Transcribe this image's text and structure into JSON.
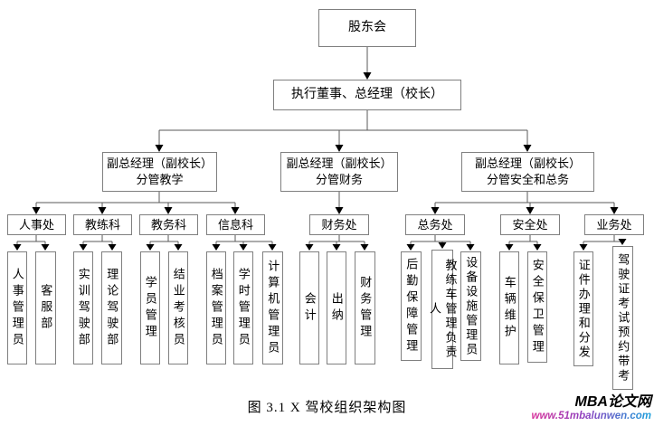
{
  "org": {
    "root": {
      "label": "股东会"
    },
    "executive": {
      "label": "执行董事、总经理（校长）"
    },
    "branches": [
      {
        "label1": "副总经理（副校长）",
        "label2": "分管教学",
        "departments": [
          {
            "label": "人事处",
            "staff": [
              "人事管理员",
              "客服部"
            ]
          },
          {
            "label": "教练科",
            "staff": [
              "实训驾驶部",
              "理论驾驶部"
            ]
          },
          {
            "label": "教务科",
            "staff": [
              "学员管理",
              "结业考核员"
            ]
          },
          {
            "label": "信息科",
            "staff": [
              "档案管理员",
              "学时管理员",
              "计算机管理员"
            ]
          }
        ]
      },
      {
        "label1": "副总经理（副校长）",
        "label2": "分管财务",
        "departments": [
          {
            "label": "财务处",
            "staff": [
              "会计",
              "出纳",
              "财务管理"
            ]
          }
        ]
      },
      {
        "label1": "副总经理（副校长）",
        "label2": "分管安全和总务",
        "departments": [
          {
            "label": "总务处",
            "staff": [
              "后勤保障管理",
              "教练车管理负责人",
              "设备设施管理员"
            ]
          },
          {
            "label": "安全处",
            "staff": [
              "车辆维护",
              "安全保卫管理"
            ]
          },
          {
            "label": "业务处",
            "staff": [
              "证件办理和分发",
              "驾驶证考试预约带考"
            ]
          }
        ]
      }
    ]
  },
  "caption": "图 3.1 X 驾校组织架构图",
  "watermark": {
    "title": "MBA论文网",
    "url": "www.51mbalunwen.com",
    "url_color_start": "#d6309a",
    "url_color_end": "#18a0dc"
  },
  "colors": {
    "box_border": "#7f7f7f",
    "connector_line": "#595959",
    "arrowhead": "#000000",
    "background": "#ffffff"
  }
}
